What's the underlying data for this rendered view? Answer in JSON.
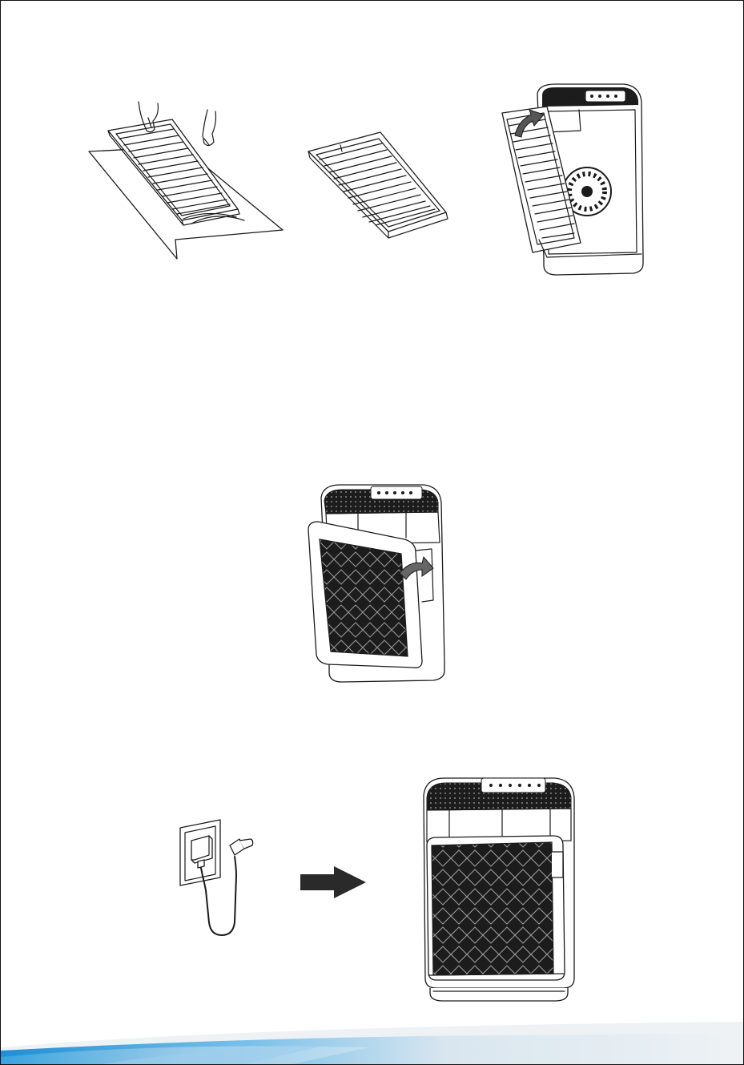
{
  "page": {
    "illustrations": [
      {
        "id": "unwrap-filter",
        "icon": "filter-unwrap-hands-icon"
      },
      {
        "id": "filter-unwrapped",
        "icon": "filter-icon"
      },
      {
        "id": "insert-filter",
        "icon": "purifier-insert-filter-icon"
      },
      {
        "id": "attach-cover",
        "icon": "purifier-attach-cover-icon"
      },
      {
        "id": "plug-adapter",
        "icon": "power-adapter-icon"
      },
      {
        "id": "arrow",
        "icon": "arrow-right-icon"
      },
      {
        "id": "assembled-purifier",
        "icon": "purifier-icon"
      }
    ],
    "colors": {
      "line": "#1a1a1a",
      "mesh": "#1c1c1c",
      "arrow_fill": "#2a2a2a",
      "footer_blue": "#2e9ad8",
      "footer_light": "#d8e2ea"
    }
  }
}
